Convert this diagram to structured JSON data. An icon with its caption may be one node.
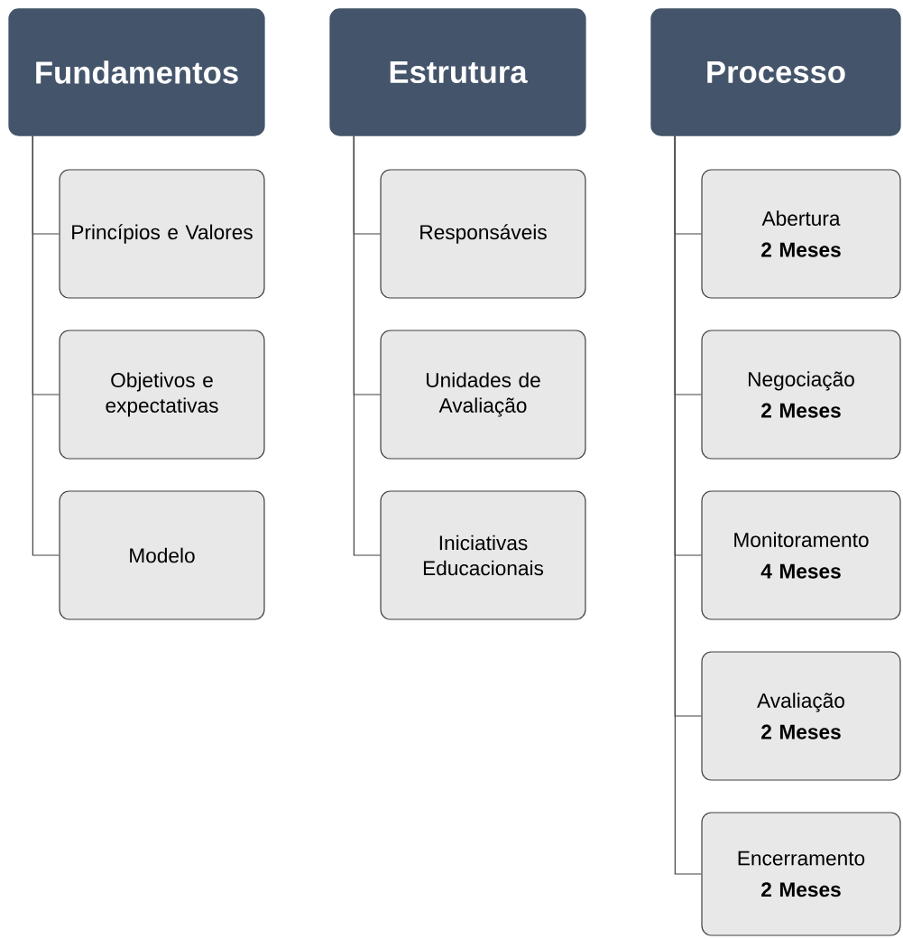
{
  "diagram": {
    "nodes": [
      {
        "text": [
          "Fundamentos"
        ]
      },
      {
        "text": [
          "Princípios e Valores"
        ]
      },
      {
        "text": [
          "Objetivos e expectativas"
        ]
      },
      {
        "text": [
          "Modelo"
        ]
      },
      {
        "text": [
          "Estrutura"
        ]
      },
      {
        "text": [
          "Responsáveis"
        ]
      },
      {
        "text": [
          "Unidades de Avaliação"
        ]
      },
      {
        "text": [
          "Iniciativas Educacionais"
        ]
      },
      {
        "text": [
          "Processo"
        ]
      },
      {
        "text": [
          "Abertura",
          "2 Meses"
        ]
      },
      {
        "text": [
          "Negociação",
          "2 Meses"
        ]
      },
      {
        "text": [
          "Monitoramento",
          "4 Meses"
        ]
      },
      {
        "text": [
          "Avaliação",
          "2 Meses"
        ]
      },
      {
        "text": [
          "Encerramento",
          "2 Meses"
        ]
      }
    ],
    "edges": [
      {
        "from": 0,
        "to": 1,
        "arrow": "none"
      },
      {
        "from": 0,
        "to": 2,
        "arrow": "none"
      },
      {
        "from": 0,
        "to": 3,
        "arrow": "none"
      },
      {
        "from": 4,
        "to": 5,
        "arrow": "none"
      },
      {
        "from": 4,
        "to": 6,
        "arrow": "none"
      },
      {
        "from": 4,
        "to": 7,
        "arrow": "none"
      },
      {
        "from": 8,
        "to": 9,
        "arrow": "none"
      },
      {
        "from": 8,
        "to": 10,
        "arrow": "none"
      },
      {
        "from": 8,
        "to": 11,
        "arrow": "none"
      },
      {
        "from": 8,
        "to": 12,
        "arrow": "none"
      },
      {
        "from": 8,
        "to": 13,
        "arrow": "none"
      }
    ]
  }
}
